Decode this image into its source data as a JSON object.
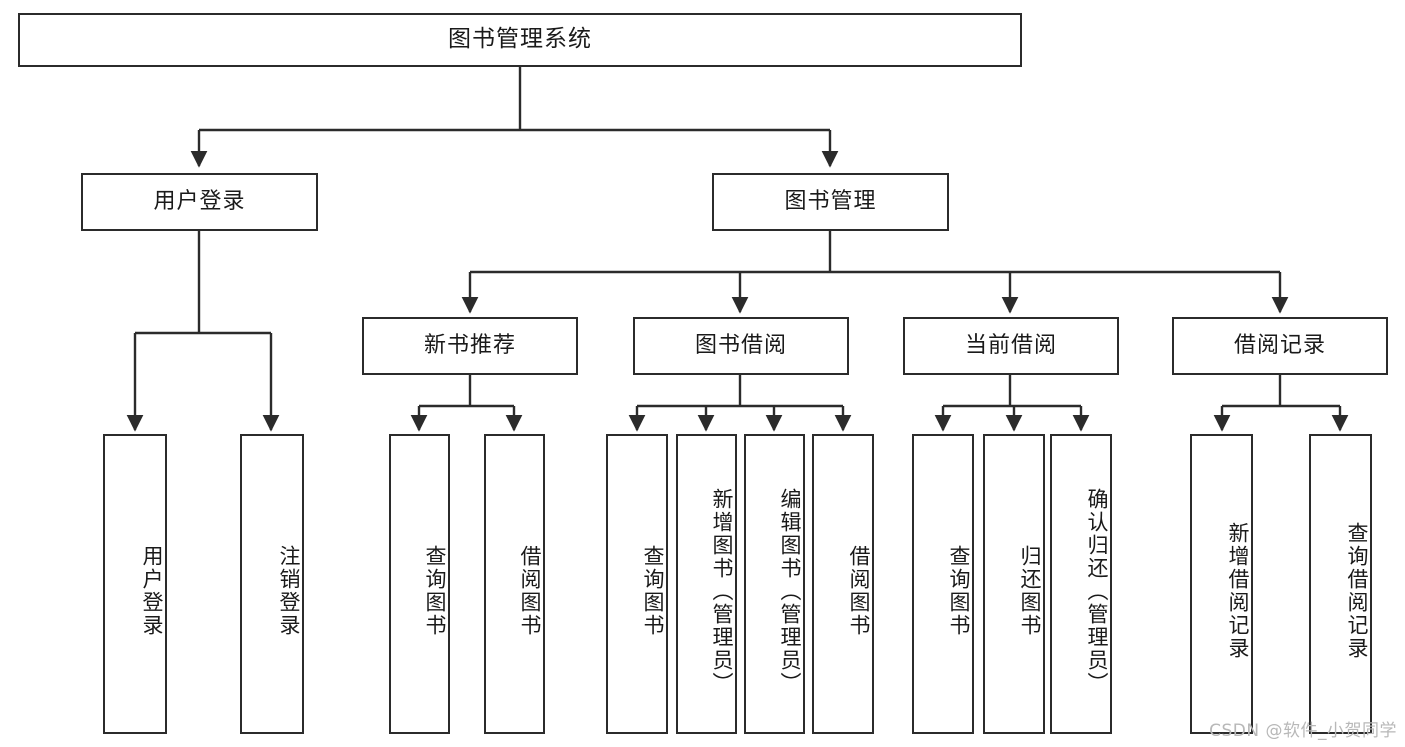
{
  "diagram": {
    "title": "图书管理系统",
    "type": "tree-hierarchy-chart",
    "watermark": "CSDN @软件_小贺同学",
    "root": {
      "label": "图书管理系统"
    },
    "level1": [
      {
        "label": "用户登录"
      },
      {
        "label": "图书管理"
      }
    ],
    "level2": [
      {
        "label": "新书推荐"
      },
      {
        "label": "图书借阅"
      },
      {
        "label": "当前借阅"
      },
      {
        "label": "借阅记录"
      }
    ],
    "leaves": {
      "user_login": [
        {
          "label": "用户登录"
        },
        {
          "label": "注销登录"
        }
      ],
      "new_book_recommend": [
        {
          "label": "查询图书"
        },
        {
          "label": "借阅图书"
        }
      ],
      "book_borrow": [
        {
          "label": "查询图书"
        },
        {
          "label": "新增图书（管理员）"
        },
        {
          "label": "编辑图书（管理员）"
        },
        {
          "label": "借阅图书"
        }
      ],
      "current_borrow": [
        {
          "label": "查询图书"
        },
        {
          "label": "归还图书"
        },
        {
          "label": "确认归还（管理员）"
        }
      ],
      "borrow_record": [
        {
          "label": "新增借阅记录"
        },
        {
          "label": "查询借阅记录"
        }
      ]
    },
    "colors": {
      "stroke": "#2b2b2b",
      "fill": "#ffffff",
      "text": "#1a1a1a",
      "watermark": "#b8b8b8"
    }
  }
}
